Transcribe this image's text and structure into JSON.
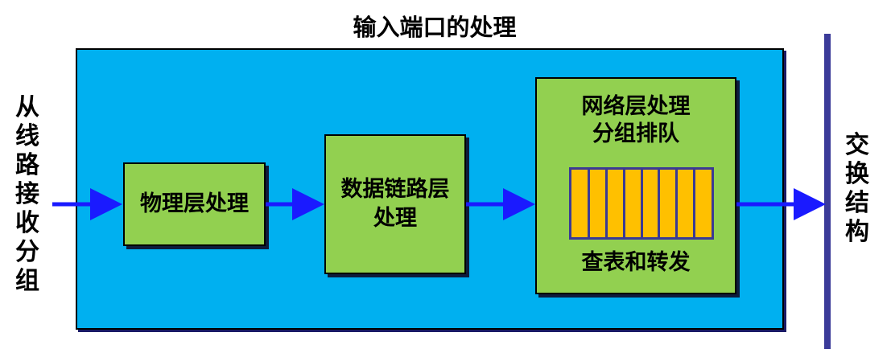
{
  "title": "输入端口的处理",
  "left_label": "从线路接收分组",
  "right_label": "交换结构",
  "boxes": {
    "physical": "物理层处理",
    "datalink_line1": "数据链路层",
    "datalink_line2": "处理",
    "network_line1": "网络层处理",
    "network_line2": "分组排队",
    "network_footer": "查表和转发"
  },
  "queue_slots": 8,
  "colors": {
    "panel": "#00b0f0",
    "box": "#92d050",
    "queue": "#ffc000",
    "arrow": "#1a1aff",
    "bar": "#3b3b99"
  }
}
